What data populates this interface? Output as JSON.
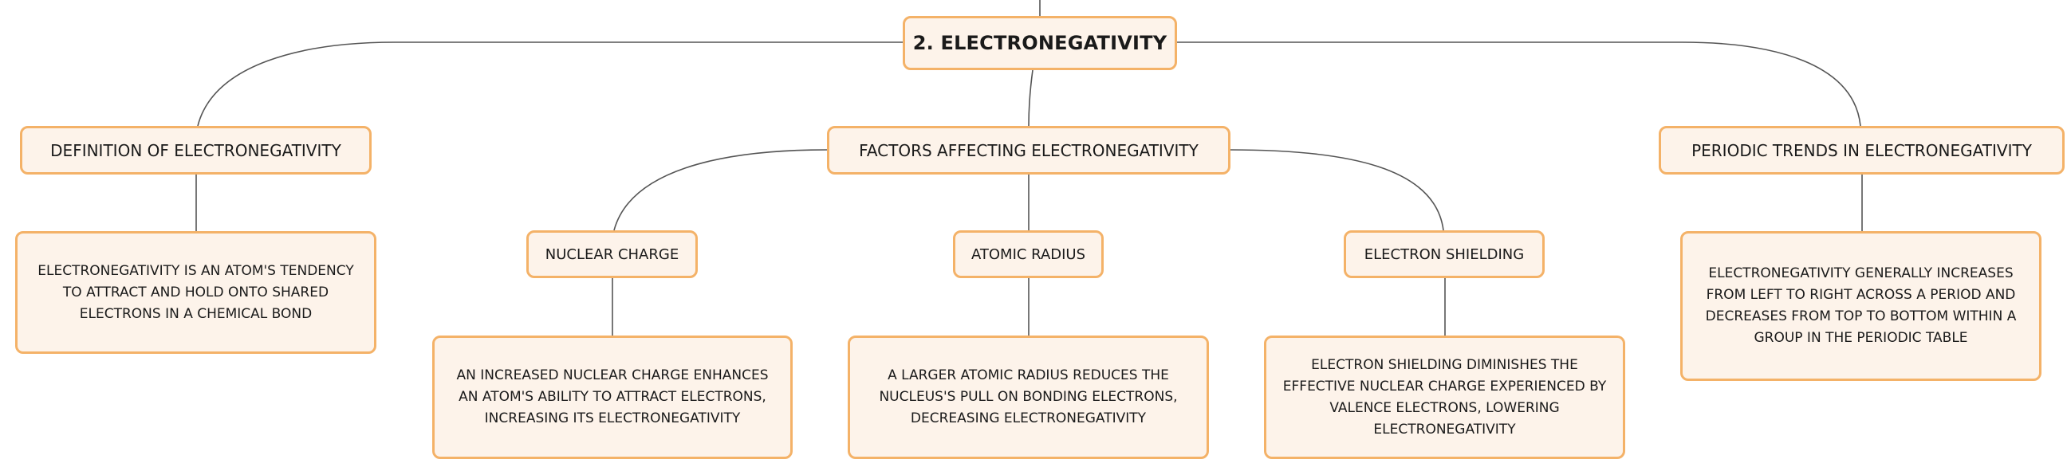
{
  "root": {
    "label": "2. ELECTRONEGATIVITY"
  },
  "branches": [
    {
      "label": "DEFINITION OF ELECTRONEGATIVITY",
      "note": "ELECTRONEGATIVITY IS AN ATOM'S TENDENCY TO ATTRACT AND HOLD ONTO SHARED ELECTRONS IN A CHEMICAL BOND"
    },
    {
      "label": "FACTORS AFFECTING ELECTRONEGATIVITY",
      "children": [
        {
          "label": "NUCLEAR CHARGE",
          "note": "AN INCREASED NUCLEAR CHARGE ENHANCES AN ATOM'S ABILITY TO ATTRACT ELECTRONS, INCREASING ITS ELECTRONEGATIVITY"
        },
        {
          "label": "ATOMIC RADIUS",
          "note": "A LARGER ATOMIC RADIUS REDUCES THE NUCLEUS'S PULL ON BONDING ELECTRONS, DECREASING ELECTRONEGATIVITY"
        },
        {
          "label": "ELECTRON SHIELDING",
          "note": "ELECTRON SHIELDING DIMINISHES THE EFFECTIVE NUCLEAR CHARGE EXPERIENCED BY VALENCE ELECTRONS, LOWERING ELECTRONEGATIVITY"
        }
      ]
    },
    {
      "label": "PERIODIC TRENDS IN ELECTRONEGATIVITY",
      "note": "ELECTRONEGATIVITY GENERALLY INCREASES FROM LEFT TO RIGHT ACROSS A PERIOD AND DECREASES FROM TOP TO BOTTOM WITHIN A GROUP IN THE PERIODIC TABLE"
    }
  ],
  "colors": {
    "node_fill": "#fdf3ea",
    "node_border": "#f4b268",
    "connector": "#555555",
    "text": "#1a1a1a"
  }
}
